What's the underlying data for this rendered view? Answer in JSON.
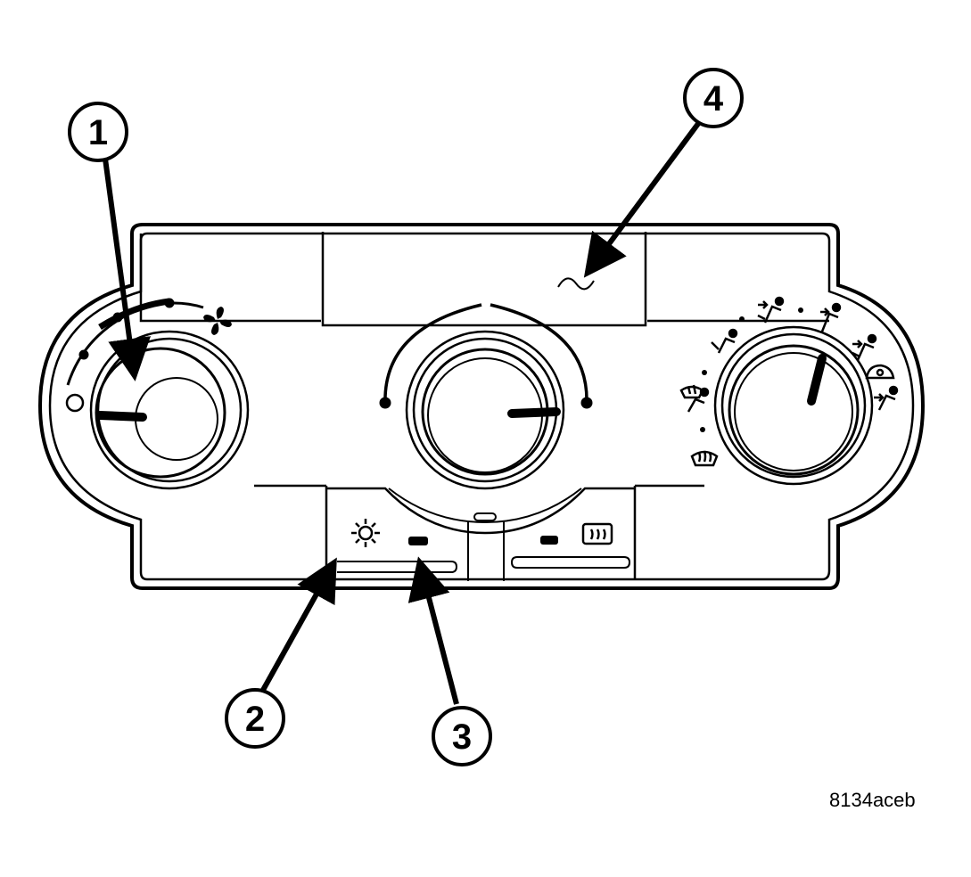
{
  "callouts": [
    {
      "id": "callout-1",
      "label": "1",
      "target": "blower-motor-switch-knob"
    },
    {
      "id": "callout-2",
      "label": "2",
      "target": "ac-button"
    },
    {
      "id": "callout-3",
      "label": "3",
      "target": "ac-indicator-lamp"
    },
    {
      "id": "callout-4",
      "label": "4",
      "target": "control-panel-face"
    }
  ],
  "reference_code": "8134aceb",
  "icons": {
    "blower": "fan-icon",
    "off_position": "off-circle-icon",
    "ac": "snowflake-sun-icon",
    "rear_defrost": "rear-defrost-icon",
    "front_defrost": "front-defrost-icon",
    "modes": [
      "panel-mode-icon",
      "bi-level-mode-icon",
      "floor-mode-icon",
      "recirculation-icon",
      "mix-mode-icon",
      "defrost-floor-mode-icon"
    ]
  },
  "colors": {
    "line": "#000000",
    "background": "#ffffff"
  }
}
